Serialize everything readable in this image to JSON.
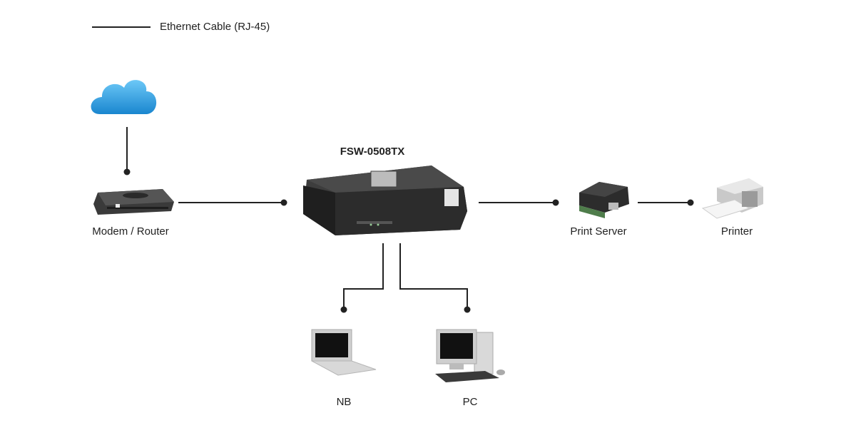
{
  "legend": {
    "label": "Ethernet Cable (RJ-45)"
  },
  "switch": {
    "model": "FSW-0508TX"
  },
  "devices": {
    "modem": {
      "label": "Modem / Router",
      "icon": "modem-router-icon"
    },
    "print_server": {
      "label": "Print Server",
      "icon": "print-server-icon"
    },
    "printer": {
      "label": "Printer",
      "icon": "printer-icon"
    },
    "nb": {
      "label": "NB",
      "icon": "laptop-icon"
    },
    "pc": {
      "label": "PC",
      "icon": "desktop-pc-icon"
    },
    "internet": {
      "icon": "cloud-icon"
    }
  },
  "colors": {
    "cable": "#222222",
    "cloud": "#2b9fe0"
  }
}
